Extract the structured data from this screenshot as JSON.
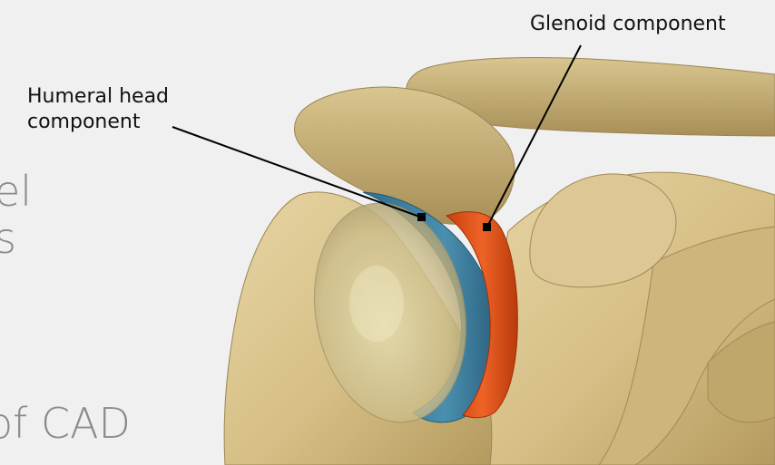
{
  "background_text": {
    "line1": "el",
    "line2": "s",
    "line3": "of CAD"
  },
  "labels": {
    "humeral_line1": "Humeral head",
    "humeral_line2": "component",
    "glenoid": "Glenoid component"
  },
  "colors": {
    "background": "#f0f0f0",
    "bone": "#d8c48c",
    "humeral_component": "#3e7fa0",
    "glenoid_component": "#e0531c",
    "leader_line": "#000000"
  }
}
